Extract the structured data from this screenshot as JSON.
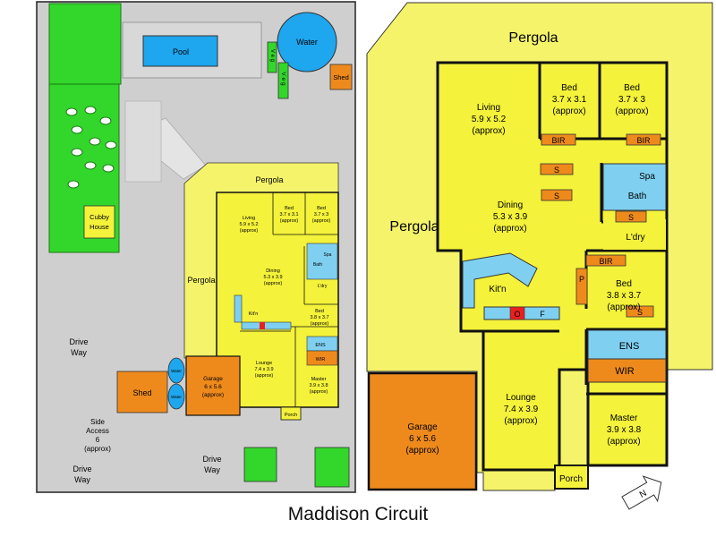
{
  "caption": "Maddison Circuit",
  "colors": {
    "grey_ground": "#cfcfcf",
    "lawn": "#33d62a",
    "house_yellow": "#f4f23a",
    "pergola_yellow": "#f5f36a",
    "garage_orange": "#ee8a1c",
    "wet_blue": "#7fd0f0",
    "pool_blue": "#1ea6ee",
    "walls": "#111111",
    "bir_orange": "#f08a1e",
    "stove_red": "#e8201e"
  },
  "site_plan": {
    "pool": "Pool",
    "water": "Water",
    "veg1": "V e g",
    "veg2": "V e g",
    "shed_top": "Shed",
    "cubby": [
      "Cubby",
      "House"
    ],
    "pergola_top": "Pergola",
    "pergola_left": "Pergola",
    "drive_way_left": [
      "Drive",
      "Way"
    ],
    "drive_way_bottom_left": [
      "Drive",
      "Way"
    ],
    "drive_way_bottom_mid": [
      "Drive",
      "Way"
    ],
    "side_access": [
      "Side",
      "Access",
      "6",
      "(approx)"
    ],
    "shed_bottom": "Shed",
    "water_tank1": "Water",
    "water_tank2": "Water",
    "garage": [
      "Garage",
      "6 x 5.6",
      "(approx)"
    ],
    "living": [
      "Living",
      "5.9 x 5.2",
      "(approx)"
    ],
    "bed2": [
      "Bed",
      "3.7 x 3.1",
      "(approx)"
    ],
    "bed3": [
      "Bed",
      "3.7 x 3",
      "(approx)"
    ],
    "dining": [
      "Dining",
      "5.3 x 3.9",
      "(approx)"
    ],
    "kitchen": "Kit'n",
    "bed4": [
      "Bed",
      "3.8 x 3.7",
      "(approx)"
    ],
    "lounge": [
      "Lounge",
      "7.4 x 3.9",
      "(approx)"
    ],
    "master": [
      "Master",
      "3.9 x 3.8",
      "(approx)"
    ],
    "ens": "ENS",
    "wir": "WIR",
    "spa": "Spa",
    "bath": "Bath",
    "ldry": "L'dry",
    "porch": "Porch"
  },
  "floor_plan": {
    "pergola_top": "Pergola",
    "pergola_left": "Pergola",
    "living": [
      "Living",
      "5.9 x 5.2",
      "(approx)"
    ],
    "bed2": [
      "Bed",
      "3.7 x 3.1",
      "(approx)"
    ],
    "bed3": [
      "Bed",
      "3.7 x 3",
      "(approx)"
    ],
    "bir1": "BIR",
    "bir2": "BIR",
    "bir3": "BIR",
    "s1": "S",
    "s2": "S",
    "s3": "S",
    "s4": "S",
    "spa": "Spa",
    "bath": "Bath",
    "ldry": "L'dry",
    "dining": [
      "Dining",
      "5.3 x 3.9",
      "(approx)"
    ],
    "kitchen": "Kit'n",
    "oven": "O",
    "fridge": "F",
    "pantry": "P",
    "bed4": [
      "Bed",
      "3.8 x 3.7",
      "(approx)"
    ],
    "ens": "ENS",
    "wir": "WIR",
    "lounge": [
      "Lounge",
      "7.4 x 3.9",
      "(approx)"
    ],
    "garage": [
      "Garage",
      "6 x 5.6",
      "(approx)"
    ],
    "master": [
      "Master",
      "3.9 x 3.8",
      "(approx)"
    ],
    "porch": "Porch",
    "north": "N"
  }
}
